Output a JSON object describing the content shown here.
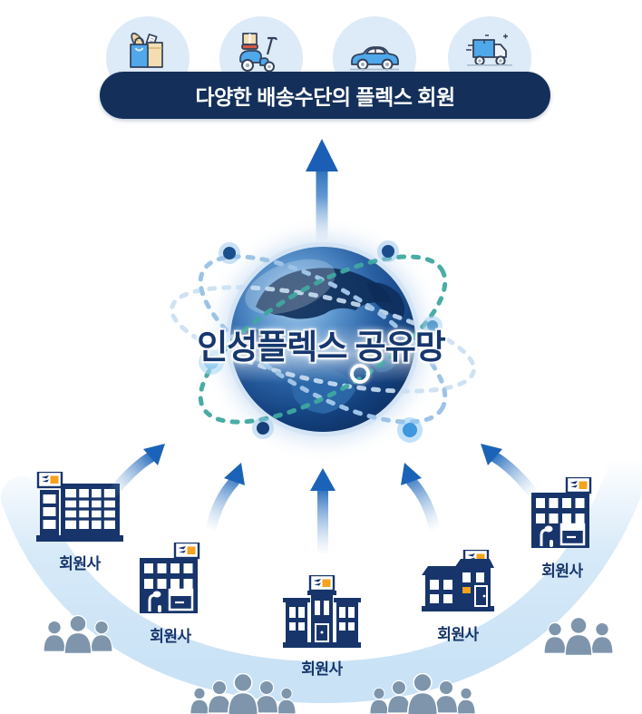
{
  "delivery": {
    "banner_label": "다양한 배송수단의 플렉스 회원",
    "icons": [
      "shopping-bags",
      "delivery-scooter",
      "car",
      "delivery-truck"
    ]
  },
  "network": {
    "title": "인성플렉스 공유망"
  },
  "members": {
    "buildings": [
      {
        "label": "회원사"
      },
      {
        "label": "회원사"
      },
      {
        "label": "회원사"
      },
      {
        "label": "회원사"
      },
      {
        "label": "회원사"
      }
    ],
    "crowds": [
      {
        "position": "left",
        "people": 3
      },
      {
        "position": "bottom-left",
        "people": 5
      },
      {
        "position": "bottom-right",
        "people": 5
      },
      {
        "position": "right",
        "people": 3
      }
    ]
  },
  "colors": {
    "navy": "#17356b",
    "banner_navy": "#14305a",
    "arrow_blue": "#1b63b8",
    "circle_bg": "#ddebf8",
    "swoosh": "#c9e2f6",
    "people": "#7e95ac",
    "orbit_teal": "#3fa8a0",
    "orbit_blue": "#9dc3e7",
    "sign_orange": "#f5a21d"
  }
}
